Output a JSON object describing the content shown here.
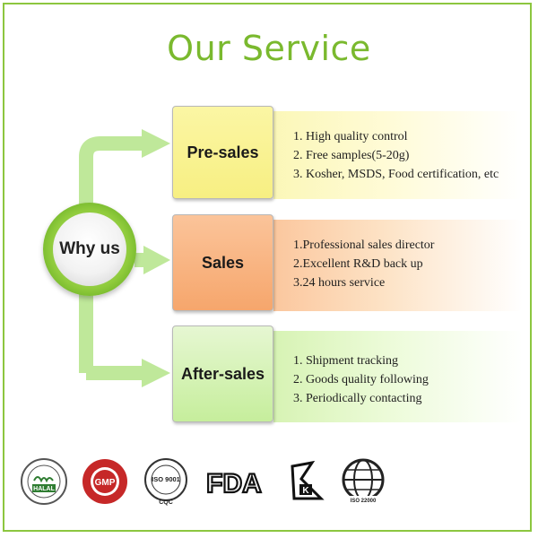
{
  "title": "Our Service",
  "hub": {
    "label": "Why us"
  },
  "stages": [
    {
      "label": "Pre-sales",
      "items": [
        "1. High quality control",
        "2. Free samples(5-20g)",
        "3. Kosher, MSDS,  Food certification, etc"
      ]
    },
    {
      "label": "Sales",
      "items": [
        "1.Professional sales director",
        "2.Excellent R&D back up",
        "3.24 hours service"
      ]
    },
    {
      "label": "After-sales",
      "items": [
        "1. Shipment tracking",
        "2. Goods quality following",
        "3. Periodically contacting"
      ]
    }
  ],
  "certifications": {
    "halal": "HALAL",
    "gmp": "GMP",
    "iso9001": "ISO 9001",
    "cqc": "CQC",
    "fda": "FDA",
    "kosher": "K",
    "iso22000": "ISO 22000"
  },
  "colors": {
    "title": "#7ab92e",
    "connector": "#bfe89a",
    "presales": "#f7ef82",
    "sales": "#f6a66c",
    "aftersales": "#c6ee9c"
  }
}
